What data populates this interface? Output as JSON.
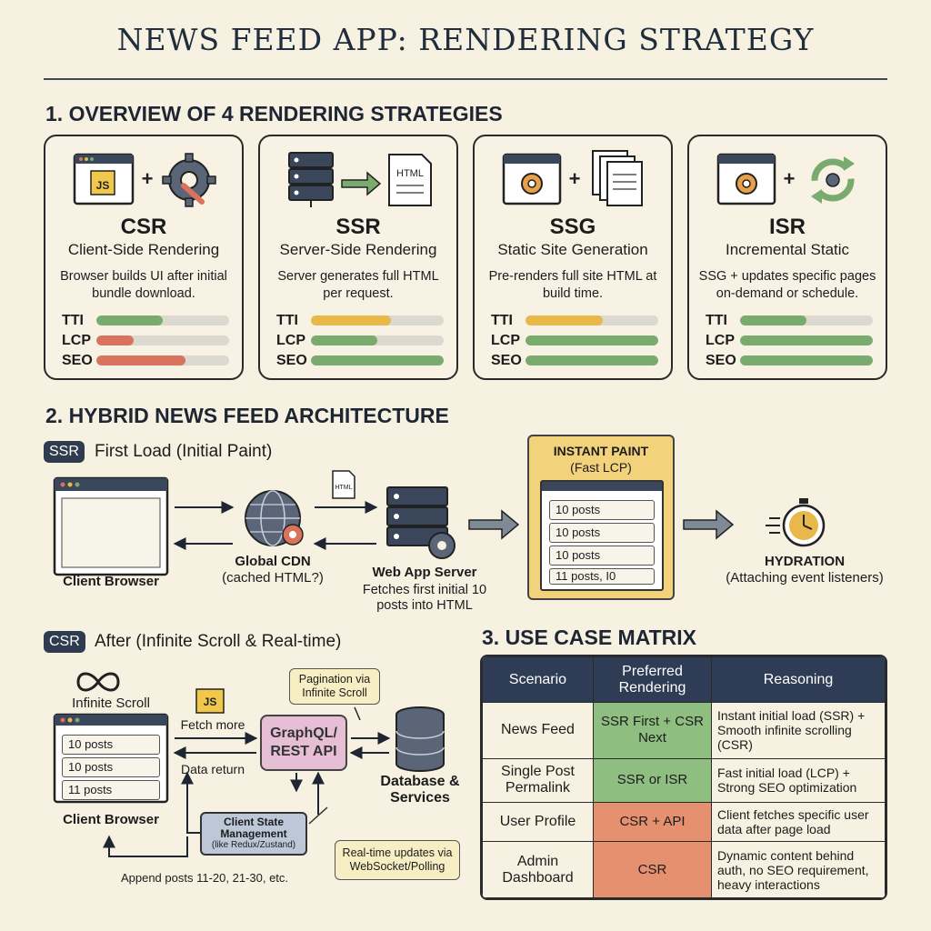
{
  "title": "NEWS FEED APP: RENDERING STRATEGY",
  "section1": {
    "heading": "1. OVERVIEW OF 4 RENDERING STRATEGIES",
    "metric_labels": [
      "TTI",
      "LCP",
      "SEO"
    ],
    "cards": [
      {
        "name": "CSR",
        "full": "Client-Side Rendering",
        "desc": "Browser builds UI after initial bundle download.",
        "js_label": "JS",
        "metrics": [
          {
            "value": 0.5,
            "color": "#7aab6e"
          },
          {
            "value": 0.28,
            "color": "#d9735e"
          },
          {
            "value": 0.67,
            "color": "#d9735e"
          }
        ]
      },
      {
        "name": "SSR",
        "full": "Server-Side Rendering",
        "desc": "Server generates full HTML per request.",
        "html_label": "HTML",
        "metrics": [
          {
            "value": 0.6,
            "color": "#e8b94a"
          },
          {
            "value": 0.5,
            "color": "#7aab6e"
          },
          {
            "value": 1.0,
            "color": "#7aab6e"
          }
        ]
      },
      {
        "name": "SSG",
        "full": "Static Site Generation",
        "desc": "Pre-renders full site HTML at build time.",
        "metrics": [
          {
            "value": 0.58,
            "color": "#e8b94a"
          },
          {
            "value": 1.0,
            "color": "#7aab6e"
          },
          {
            "value": 1.0,
            "color": "#7aab6e"
          }
        ]
      },
      {
        "name": "ISR",
        "full": "Incremental Static",
        "desc": "SSG + updates specific pages on-demand or schedule.",
        "metrics": [
          {
            "value": 0.5,
            "color": "#7aab6e"
          },
          {
            "value": 1.0,
            "color": "#7aab6e"
          },
          {
            "value": 1.0,
            "color": "#7aab6e"
          }
        ]
      }
    ]
  },
  "section2": {
    "heading": "2. HYBRID NEWS FEED ARCHITECTURE",
    "ssr_badge": "SSR",
    "ssr_title": "First Load (Initial Paint)",
    "client_browser": "Client Browser",
    "cdn_label": "Global CDN",
    "cdn_sub": "(cached HTML?)",
    "html_label": "HTML",
    "server_label": "Web App Server",
    "server_sub": "Fetches first initial 10 posts into HTML",
    "instant_title": "INSTANT PAINT",
    "instant_sub": "(Fast LCP)",
    "instant_posts": [
      "10 posts",
      "10 posts",
      "10 posts",
      "11 posts, I0"
    ],
    "hydration_title": "HYDRATION",
    "hydration_sub": "(Attaching event listeners)",
    "csr_badge": "CSR",
    "csr_title": "After (Infinite Scroll & Real-time)",
    "infinite_scroll": "Infinite Scroll",
    "js_label": "JS",
    "fetch_more": "Fetch more",
    "data_return": "Data return",
    "api_label": "GraphQL/ REST API",
    "pagination_note": "Pagination via Infinite Scroll",
    "database_label": "Database & Services",
    "csr_posts": [
      "10 posts",
      "10 posts",
      "11 posts"
    ],
    "client_browser2": "Client Browser",
    "state_label": "Client State Management",
    "state_sub": "(like Redux/Zustand)",
    "realtime_note": "Real-time updates via WebSocket/Polling",
    "append_label": "Append posts 11-20, 21-30, etc."
  },
  "section3": {
    "heading": "3. USE CASE MATRIX",
    "headers": [
      "Scenario",
      "Preferred Rendering",
      "Reasoning"
    ],
    "rows": [
      {
        "scenario": "News Feed",
        "rendering": "SSR First + CSR Next",
        "color": "#8fbf80",
        "reasoning": "Instant initial load (SSR) + Smooth infinite scrolling (CSR)"
      },
      {
        "scenario": "Single Post Permalink",
        "rendering": "SSR or ISR",
        "color": "#8fbf80",
        "reasoning": "Fast initial load (LCP) + Strong SEO optimization"
      },
      {
        "scenario": "User Profile",
        "rendering": "CSR + API",
        "color": "#e5906f",
        "reasoning": "Client fetches specific user data after page load"
      },
      {
        "scenario": "Admin Dashboard",
        "rendering": "CSR",
        "color": "#e5906f",
        "reasoning": "Dynamic content behind auth, no SEO requirement, heavy interactions"
      }
    ]
  }
}
